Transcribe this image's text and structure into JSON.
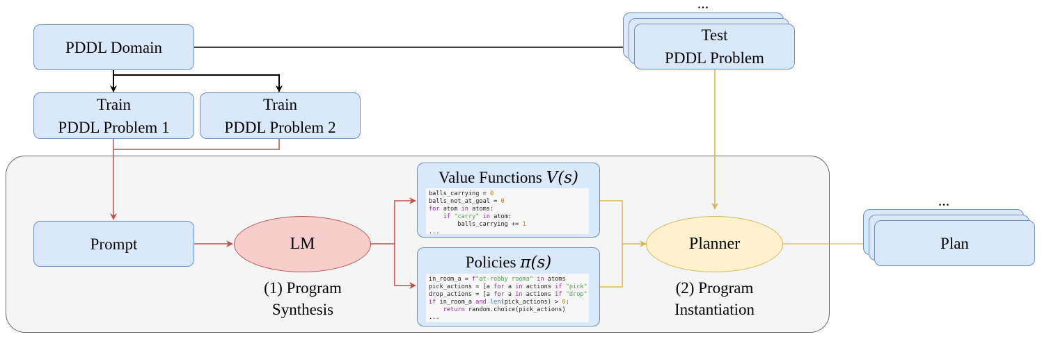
{
  "nodes": {
    "pddl_domain": "PDDL Domain",
    "train1": [
      "Train",
      "PDDL Problem 1"
    ],
    "train2": [
      "Train",
      "PDDL Problem 2"
    ],
    "test": [
      "Test",
      "PDDL Problem"
    ],
    "prompt": "Prompt",
    "lm": "LM",
    "value_title": "Value Functions",
    "value_math": "V(s)",
    "policy_title": "Policies",
    "policy_math": "π(s)",
    "planner": "Planner",
    "plan": "Plan"
  },
  "captions": {
    "synthesis": [
      "(1) Program",
      "Synthesis"
    ],
    "instantiation": [
      "(2) Program",
      "Instantiation"
    ]
  },
  "ellipses": {
    "test": "...",
    "plan": "..."
  },
  "colors": {
    "box_fill": "#dae8fc",
    "box_border": "#6c8ebf",
    "lm_fill": "#f8cecc",
    "lm_border": "#b85450",
    "planner_fill": "#fff2cc",
    "planner_border": "#d6b656",
    "red_arrow": "#b85450",
    "yellow_arrow": "#d6b656"
  }
}
